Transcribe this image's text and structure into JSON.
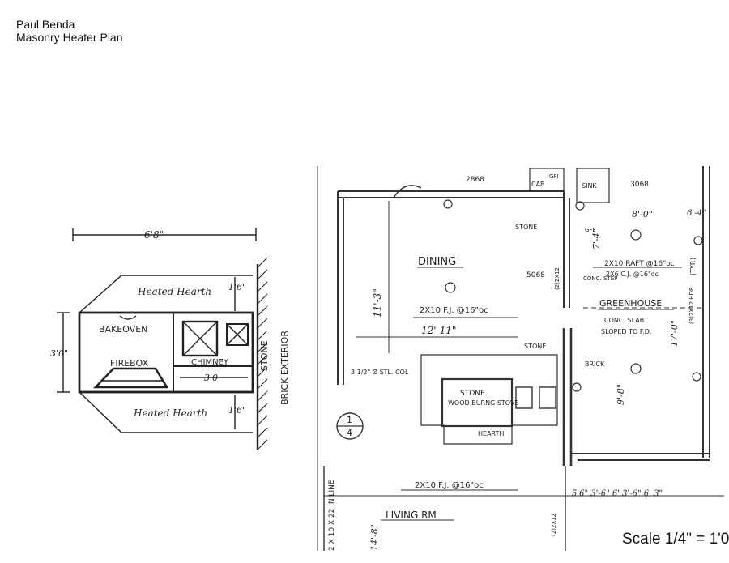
{
  "header": {
    "author": "Paul Benda",
    "title": "Masonry Heater Plan"
  },
  "heater": {
    "overall_width": "6'8\"",
    "depth": "3'0\"",
    "heated_hearth_top": "Heated Hearth",
    "heated_hearth_bottom": "Heated Hearth",
    "hearth_top_dim": "1'6\"",
    "hearth_bottom_dim": "1'6\"",
    "bakeoven": "BAKEOVEN",
    "firebox": "FIREBOX",
    "chimney": "CHIMNEY",
    "chimney_dim": "3'0",
    "stone": "STONE",
    "brick_exterior": "BRICK EXTERIOR"
  },
  "plan": {
    "dining": "DINING",
    "dining_dim_v": "11'-3\"",
    "dining_dim_h": "12'-11\"",
    "joist_1": "2X10 F.J. @16\"oc",
    "joist_2": "2X10 F.J. @16\"oc",
    "door_top": "2868",
    "door_right": "3068",
    "door_mid": "5068",
    "cab": "CAB",
    "gfi_1": "GFI",
    "gfi_2": "GFI",
    "sink": "SINK",
    "stone_1": "STONE",
    "stone_2": "STONE",
    "brick": "BRICK",
    "stone_label": "STONE",
    "wood_stove": "WOOD BURNG STOVE",
    "hearth": "HEARTH",
    "col_note": "3 1/2\" Ø STL. COL",
    "greenhouse": "GREENHOUSE",
    "conc_slab": "CONC. SLAB",
    "sloped": "SLOPED TO F.D.",
    "raft": "2X10 RAFT @16\"oc",
    "cj": "2X6 C.J. @16\"oc",
    "conc_step": "CONC. STEP",
    "dim_8": "8'-0\"",
    "dim_7": "7'-4\"",
    "dim_17": "17'-0\"",
    "dim_9": "9'-8\"",
    "dim_6": "6'-4\"",
    "dim_14": "14'-8\"",
    "living": "LIVING RM",
    "in_line": "2 X 10 X 22 IN LINE",
    "typ": "(TYP.)",
    "dims_bottom": "5'6\"  3'-6\"  6'  3'-6\"  6'  3\"",
    "beam_1": "(2)2X12",
    "beam_2": "(2)2X12",
    "hdr_3": "(3)2X12 HDR.",
    "detail_num": "1",
    "detail_sheet": "4"
  },
  "scale": "Scale 1/4\" = 1'0"
}
